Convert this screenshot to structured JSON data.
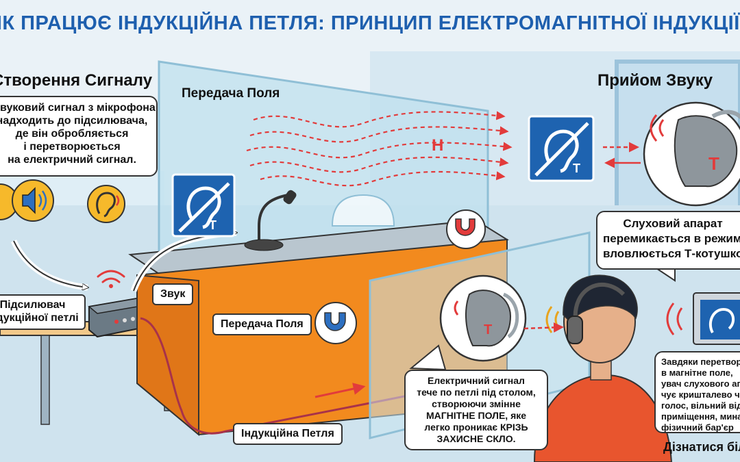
{
  "title": "ЯК ПРАЦЮЄ ІНДУКЦІЙНА ПЕТЛЯ: ПРИНЦИП ЕЛЕКТРОМАГНІТНОЇ ІНДУКЦІЇ",
  "sections": {
    "left_header": "Створення Сигналу",
    "middle_header": "Передача Поля",
    "right_header": "Прийом Звуку"
  },
  "callouts": {
    "signal_creation": [
      "Звуковий сигнал з мікрофона",
      "надходить до підсилювача,",
      "де він обробляється",
      "і перетворюється",
      "на електричний сигнал."
    ],
    "hearing_aid": [
      "Слуховий апарат",
      "перемикається в режим,",
      "вловлюється Т-котушкою"
    ],
    "loop_current": [
      "Електричний сигнал",
      "тече по петлі під столом,",
      "створюючи змінне",
      "МАГНІТНЕ ПОЛЕ, яке",
      "легко проникає КРІЗЬ",
      "ЗАХИСНЕ СКЛО."
    ],
    "listener": [
      "Завдяки перетворенню",
      "в магнітне поле,",
      "увач слухового апарата",
      "чує кришталево чистий",
      "голос, вільний від шуму",
      "приміщення, минаючи",
      "фізичний бар'єр"
    ]
  },
  "labels": {
    "amplifier": [
      "Підсилювач",
      "індукційної петлі"
    ],
    "sound": "Звук",
    "field_transfer": "Передача Поля",
    "induction_loop": "Індукційна Петля",
    "field_letter": "H",
    "tcoil_letter": "T",
    "learn_more": "Дізнатися більше"
  },
  "colors": {
    "title": "#1e5fae",
    "desk": "#f28a1e",
    "sign": "#1e63b0",
    "field": "#e23b3b",
    "glass": "#bfe0ee",
    "shirt": "#e8552e"
  },
  "icons": [
    "speaker-icon",
    "ear-icon",
    "hearing-loop-sign-icon",
    "magnet-icon",
    "hearing-aid-icon",
    "wifi-waves-icon",
    "microphone-icon",
    "headphones-icon"
  ]
}
